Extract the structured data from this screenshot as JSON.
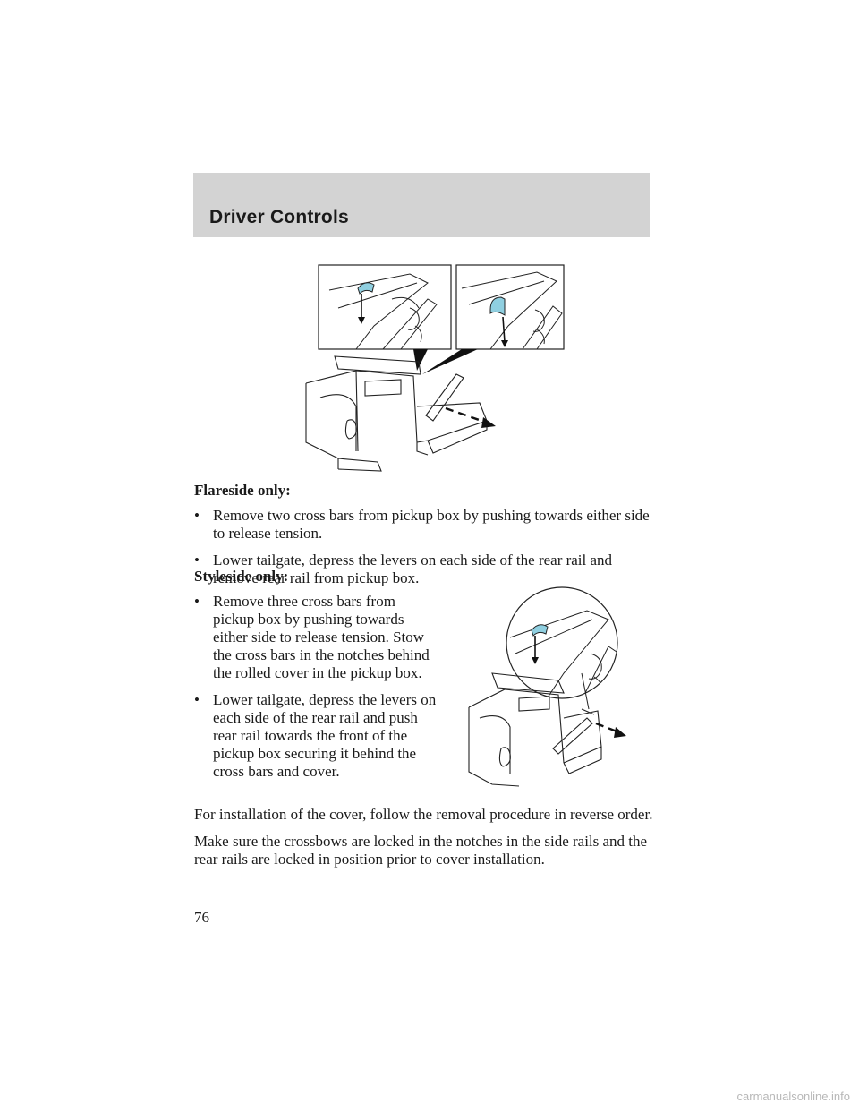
{
  "header": {
    "title": "Driver Controls"
  },
  "flareside": {
    "heading": "Flareside only:",
    "bullets": [
      "Remove two cross bars from pickup box by pushing towards either side to release tension.",
      "Lower tailgate, depress the levers on each side of the rear rail and remove rear rail from pickup box."
    ]
  },
  "styleside": {
    "heading": "Styleside only:",
    "bullets": [
      "Remove three cross bars from pickup box by pushing towards either side to release tension. Stow the cross bars in the notches behind the rolled cover in the pickup box.",
      "Lower tailgate, depress the levers on each side of the rear rail and push rear rail towards the front of the pickup box securing it behind the cross bars and cover."
    ]
  },
  "paragraphs": [
    "For installation of the cover, follow the removal procedure in reverse order.",
    "Make sure the crossbows are locked in the notches in the side rails and the rear rails are locked in position prior to cover installation."
  ],
  "page": {
    "number": "76"
  },
  "watermark": "carmanualsonline.info",
  "colors": {
    "header_band": "#d3d3d3",
    "lever_highlight": "#8fcfe0"
  },
  "bullet_glyph": "•"
}
